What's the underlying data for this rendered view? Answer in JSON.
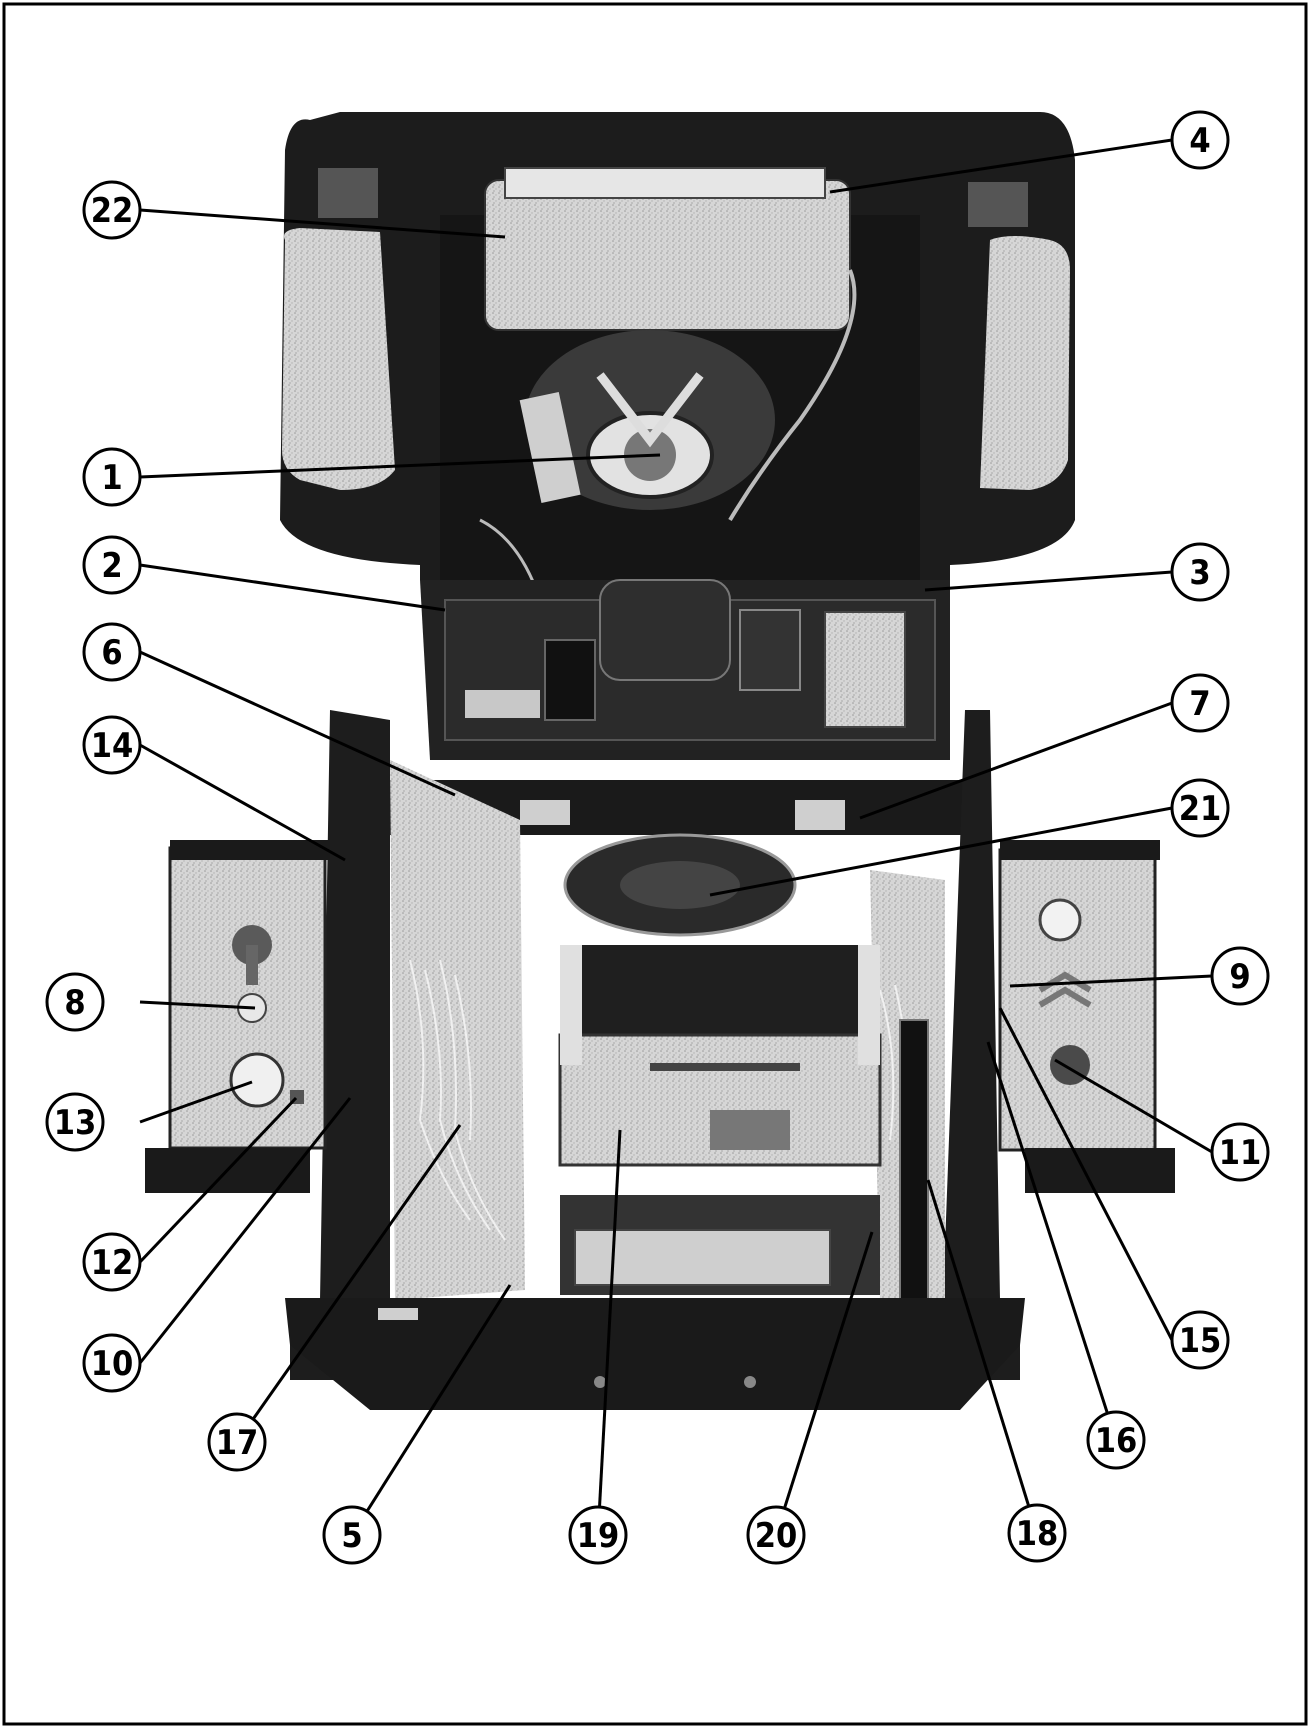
{
  "figure": {
    "callouts": [
      {
        "label": "1"
      },
      {
        "label": "2"
      },
      {
        "label": "3"
      },
      {
        "label": "4"
      },
      {
        "label": "5"
      },
      {
        "label": "6"
      },
      {
        "label": "7"
      },
      {
        "label": "8"
      },
      {
        "label": "9"
      },
      {
        "label": "10"
      },
      {
        "label": "11"
      },
      {
        "label": "12"
      },
      {
        "label": "13"
      },
      {
        "label": "14"
      },
      {
        "label": "15"
      },
      {
        "label": "16"
      },
      {
        "label": "17"
      },
      {
        "label": "18"
      },
      {
        "label": "19"
      },
      {
        "label": "20"
      },
      {
        "label": "21"
      },
      {
        "label": "22"
      }
    ]
  },
  "colors": {
    "cabinet_dark": "#1e1e1e",
    "panel_light": "#d8d8d8",
    "background": "#ffffff"
  }
}
